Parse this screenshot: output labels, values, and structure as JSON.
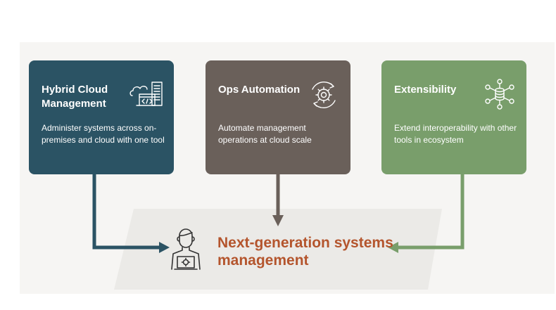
{
  "cards": [
    {
      "id": "hybrid",
      "title": "Hybrid Cloud Management",
      "description": "Administer systems across on-premises and cloud with one tool",
      "icon": "cloud-server-code-icon",
      "color": "#2b5364"
    },
    {
      "id": "ops",
      "title": "Ops Automation",
      "description": "Automate management operations at cloud scale",
      "icon": "gear-cycle-icon",
      "color": "#6a605a"
    },
    {
      "id": "ext",
      "title": "Extensibility",
      "description": "Extend interoperability with other tools in ecosystem",
      "icon": "database-network-icon",
      "color": "#799e6b"
    }
  ],
  "center": {
    "title": "Next-generation systems management",
    "icon": "person-laptop-gear-icon",
    "color": "#b4552d"
  },
  "colors": {
    "panel_background": "#f6f5f3",
    "parallelogram": "#ebeae7"
  }
}
